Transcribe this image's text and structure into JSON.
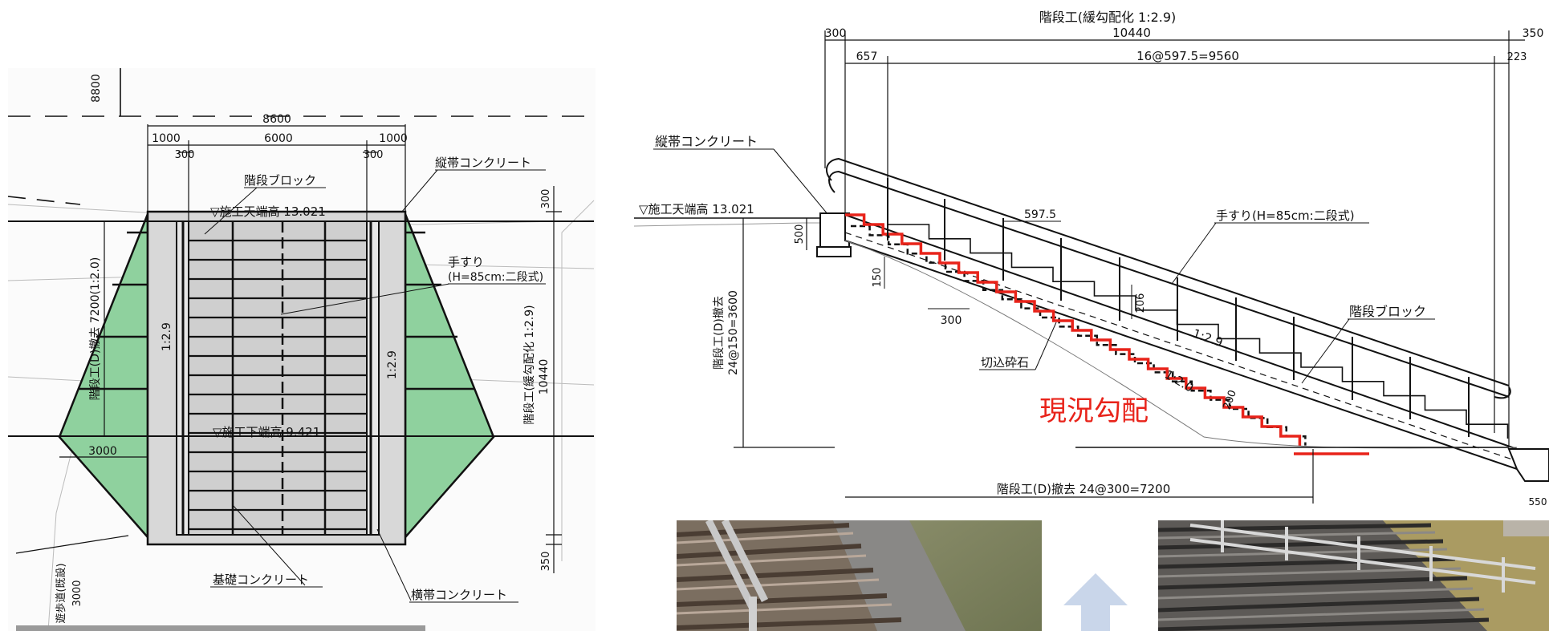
{
  "plan": {
    "dim_8800": "8800",
    "dim_8600": "8600",
    "dim_1000_left": "1000",
    "dim_6000": "6000",
    "dim_1000_right": "1000",
    "dim_300_left": "300",
    "dim_300_right": "300",
    "dim_300_vertical": "300",
    "dim_350_vertical": "350",
    "dim_3000": "3000",
    "dim_10440": "10440",
    "label_step_block": "階段ブロック",
    "label_vertical_band": "縦帯コンクリート",
    "label_handrail_line1": "手すり",
    "label_handrail_line2": "(H=85cm:二段式)",
    "label_top_elevation": "▽施工天端高 13.021",
    "label_bottom_elevation": "▽施工下端高 9.421",
    "label_removal": "階段工(D)撤去 7200(1:2.0)",
    "label_new_stairs": "階段工(緩勾配化 1:2.9)",
    "label_slope_left": "1:2.9",
    "label_slope_right": "1:2.9",
    "label_base_concrete": "基礎コンクリート",
    "label_horizontal_band": "横帯コンクリート",
    "label_path": "遊歩道(既設)",
    "label_path_dim": "3000"
  },
  "section": {
    "title": "階段工(緩勾配化 1:2.9)",
    "dim_300": "300",
    "dim_10440": "10440",
    "dim_350": "350",
    "dim_657": "657",
    "dim_steps": "16@597.5=9560",
    "dim_223": "223",
    "label_vertical_band": "縦帯コンクリート",
    "label_top_elevation": "▽施工天端高 13.021",
    "dim_5975": "597.5",
    "label_handrail": "手すり(H=85cm:二段式)",
    "dim_500": "500",
    "dim_150": "150",
    "dim_300_step": "300",
    "dim_206": "206",
    "label_slope_new": "1:2.9",
    "label_slope_old": "1:2.0",
    "dim_200": "200",
    "label_step_block": "階段ブロック",
    "label_crushed_stone": "切込砕石",
    "label_existing_slope": "現況勾配",
    "label_removal_vertical_1": "階段工(D)撤去",
    "label_removal_vertical_2": "24@150=3600",
    "label_removal_horizontal": "階段工(D)撤去 24@300=7200",
    "dim_550": "550"
  },
  "colors": {
    "green_fill": "#8fd19e",
    "red_profile": "#e8231a",
    "arrow": "#c9d6ea"
  }
}
